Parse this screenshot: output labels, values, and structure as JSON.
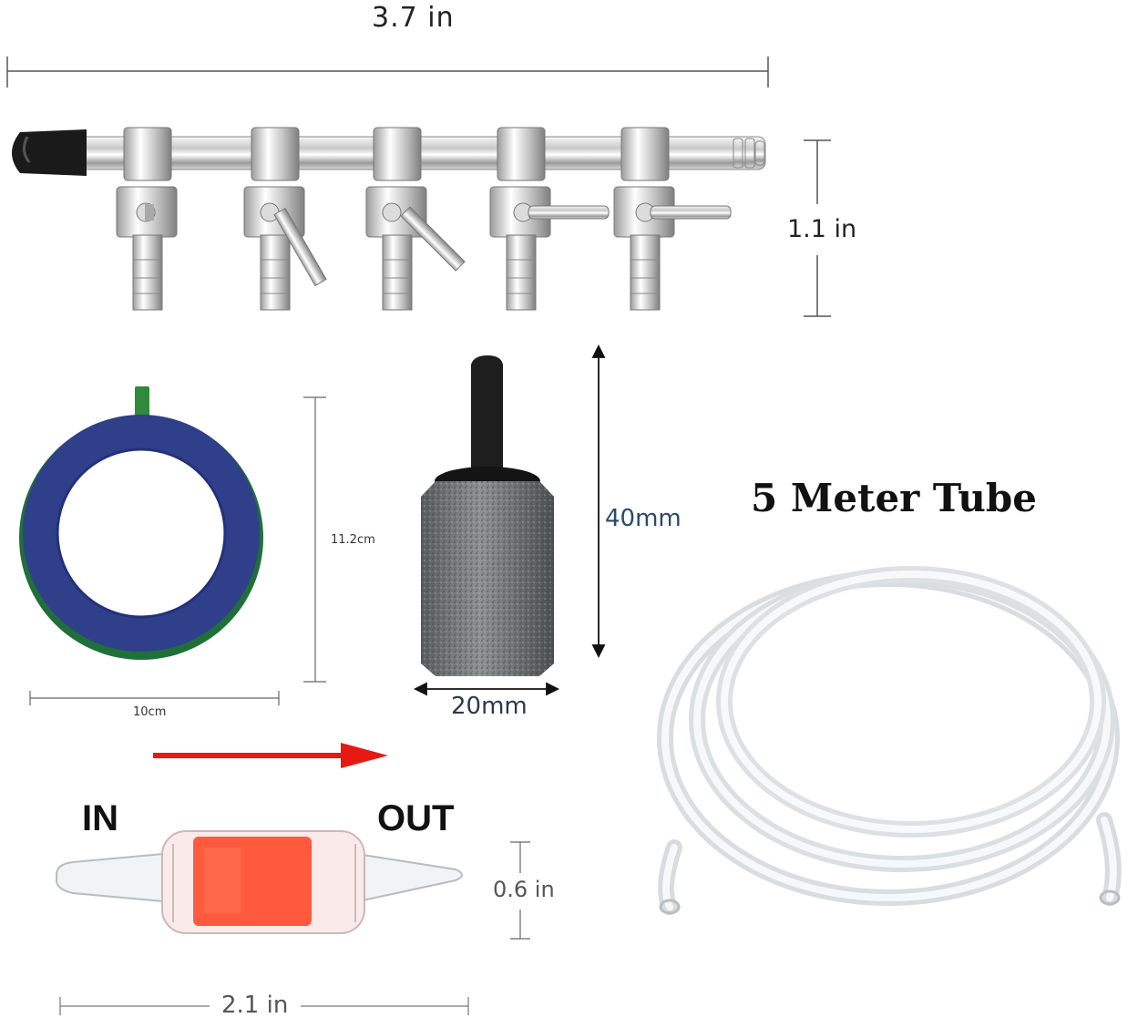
{
  "manifold": {
    "width_label": "3.7 in",
    "height_label": "1.1 in",
    "outlet_count": 5
  },
  "disc_stone": {
    "height_label": "11.2cm",
    "width_label": "10cm",
    "color": "#2f3f8a",
    "rim_color": "#1f7a3a"
  },
  "cylinder_stone": {
    "height_label": "40mm",
    "width_label": "20mm",
    "height_label_color": "#2a4a6a"
  },
  "tube": {
    "title": "5 Meter Tube"
  },
  "check_valve": {
    "in_label": "IN",
    "out_label": "OUT",
    "height_label": "0.6 in",
    "width_label": "2.1 in",
    "flow_arrow_color": "#e51b12",
    "core_color": "#ff4a2a"
  }
}
